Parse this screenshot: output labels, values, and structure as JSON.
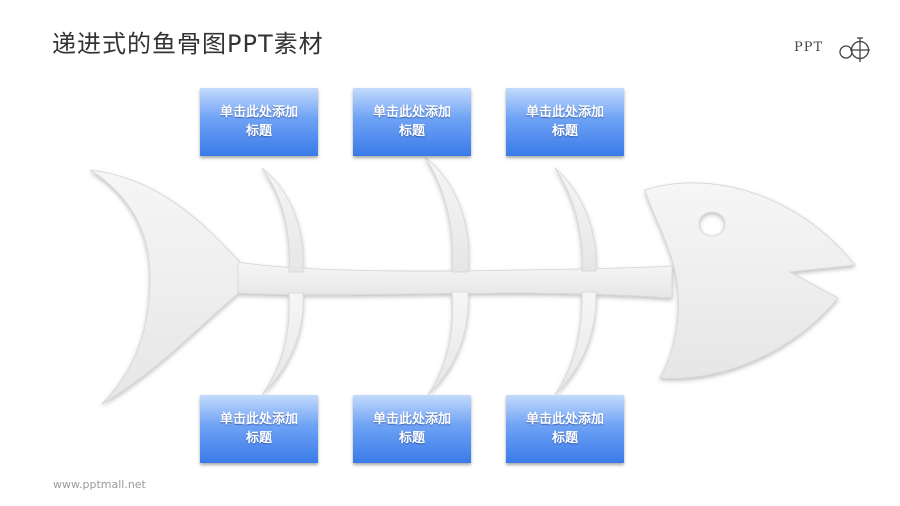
{
  "title": "递进式的鱼骨图PPT素材",
  "logo": {
    "text": "PPT",
    "icon": "ppt-logo-icon"
  },
  "boxes_top": [
    {
      "label": "单击此处添加标题"
    },
    {
      "label": "单击此处添加标题"
    },
    {
      "label": "单击此处添加标题"
    }
  ],
  "boxes_bottom": [
    {
      "label": "单击此处添加标题"
    },
    {
      "label": "单击此处添加标题"
    },
    {
      "label": "单击此处添加标题"
    }
  ],
  "footer": "www.pptmall.net",
  "colors": {
    "box_top": "#c3dafc",
    "box_bottom": "#3a7be8",
    "fish": "#f1f1f1"
  }
}
